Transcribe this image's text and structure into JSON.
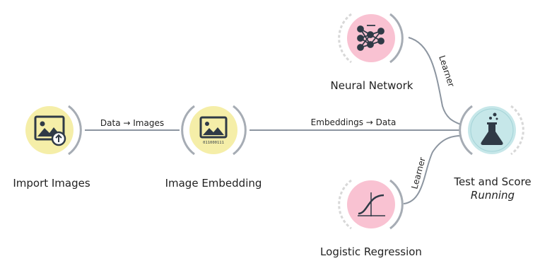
{
  "nodes": {
    "import_images": {
      "label": "Import Images"
    },
    "image_embedding": {
      "label": "Image Embedding",
      "icon_text": "011000111"
    },
    "neural_network": {
      "label": "Neural Network"
    },
    "logistic_regression": {
      "label": "Logistic Regression"
    },
    "test_and_score": {
      "label": "Test and Score",
      "status": "Running"
    }
  },
  "links": {
    "import_to_embedding": "Data → Images",
    "embedding_to_test": "Embeddings → Data",
    "nn_to_test": "Learner",
    "lr_to_test": "Learner"
  },
  "colors": {
    "image_widget": "#f5eea8",
    "model_widget": "#f9c2d2",
    "evaluate_widget": "#c6e7e9",
    "link": "#8c95a0",
    "ring": "#d8d8d8"
  }
}
